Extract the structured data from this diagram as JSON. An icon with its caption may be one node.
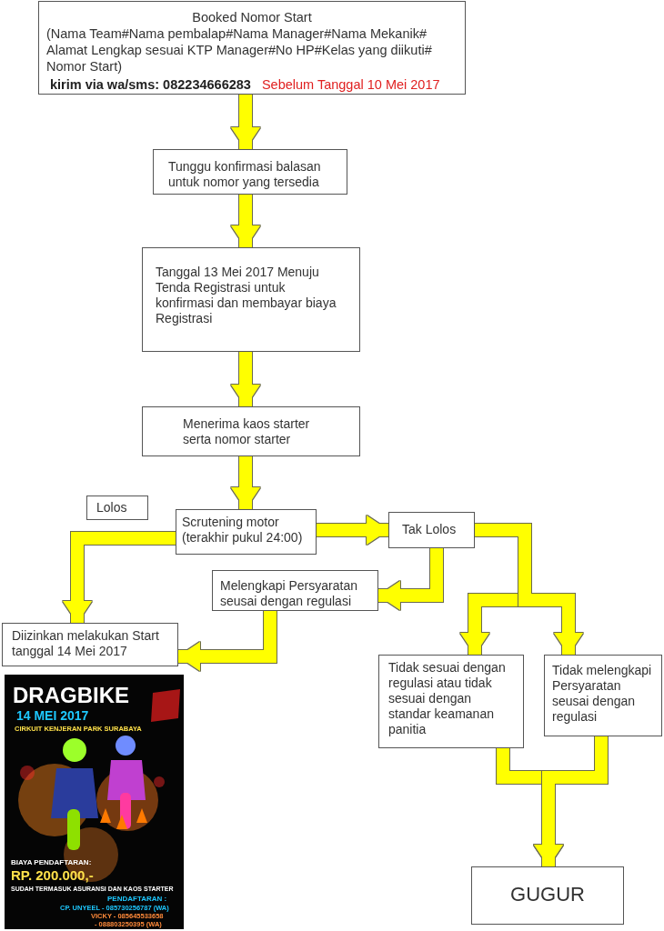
{
  "diagram": {
    "nodes": [
      {
        "text": [
          "Booked Nomor Start",
          "(Nama Team#Nama pembalap#Nama Manager#Nama Mekanik# Alamat Lengkap sesuai KTP Manager#No HP#Kelas yang diikuti# Nomor Start)",
          "kirim via wa/sms: 082234666283",
          "Sebelum Tanggal 10 Mei 2017"
        ]
      },
      {
        "text": [
          "Tunggu konfirmasi balasan untuk nomor yang tersedia"
        ]
      },
      {
        "text": [
          "Tanggal 13 Mei 2017 Menuju Tenda Registrasi untuk konfirmasi dan membayar biaya Registrasi"
        ]
      },
      {
        "text": [
          "Menerima kaos starter serta nomor starter"
        ]
      },
      {
        "text": [
          "Lolos"
        ]
      },
      {
        "text": [
          "Scrutening motor (terakhir pukul 24:00)"
        ]
      },
      {
        "text": [
          "Tak Lolos"
        ]
      },
      {
        "text": [
          "Melengkapi Persyaratan seusai dengan regulasi"
        ]
      },
      {
        "text": [
          "Diizinkan melakukan Start tanggal 14 Mei 2017"
        ]
      },
      {
        "text": [
          "Tidak sesuai dengan regulasi atau tidak sesuai dengan standar keamanan panitia"
        ]
      },
      {
        "text": [
          "Tidak melengkapi Persyaratan seusai dengan regulasi"
        ]
      },
      {
        "text": [
          "GUGUR"
        ]
      }
    ],
    "edges": [
      {
        "from": 0,
        "to": 1,
        "arrow": "to"
      },
      {
        "from": 1,
        "to": 2,
        "arrow": "to"
      },
      {
        "from": 2,
        "to": 3,
        "arrow": "to"
      },
      {
        "from": 3,
        "to": 5,
        "arrow": "to"
      },
      {
        "from": 5,
        "to": 8,
        "arrow": "to"
      },
      {
        "from": 5,
        "to": 6,
        "arrow": "to"
      },
      {
        "from": 6,
        "to": 7,
        "arrow": "to"
      },
      {
        "from": 7,
        "to": 8,
        "arrow": "to"
      },
      {
        "from": 6,
        "to": 9,
        "arrow": "to"
      },
      {
        "from": 6,
        "to": 10,
        "arrow": "to"
      },
      {
        "from": 9,
        "to": 11,
        "arrow": "to"
      },
      {
        "from": 10,
        "to": 11,
        "arrow": "to"
      }
    ],
    "labels": [
      "DRAGBIKE",
      "14 MEI 2017",
      "CIRKUIT KENJERAN PARK SURABAYA",
      "BIAYA PENDAFTARAN:",
      "RP. 200.000,-",
      "SUDAH TERMASUK ASURANSI DAN KAOS STARTER",
      "PENDAFTARAN :",
      "CP. UNYEEL - 085730256787 (WA)",
      "VICKY - 085645533658",
      "- 088803250395 (WA)"
    ]
  }
}
